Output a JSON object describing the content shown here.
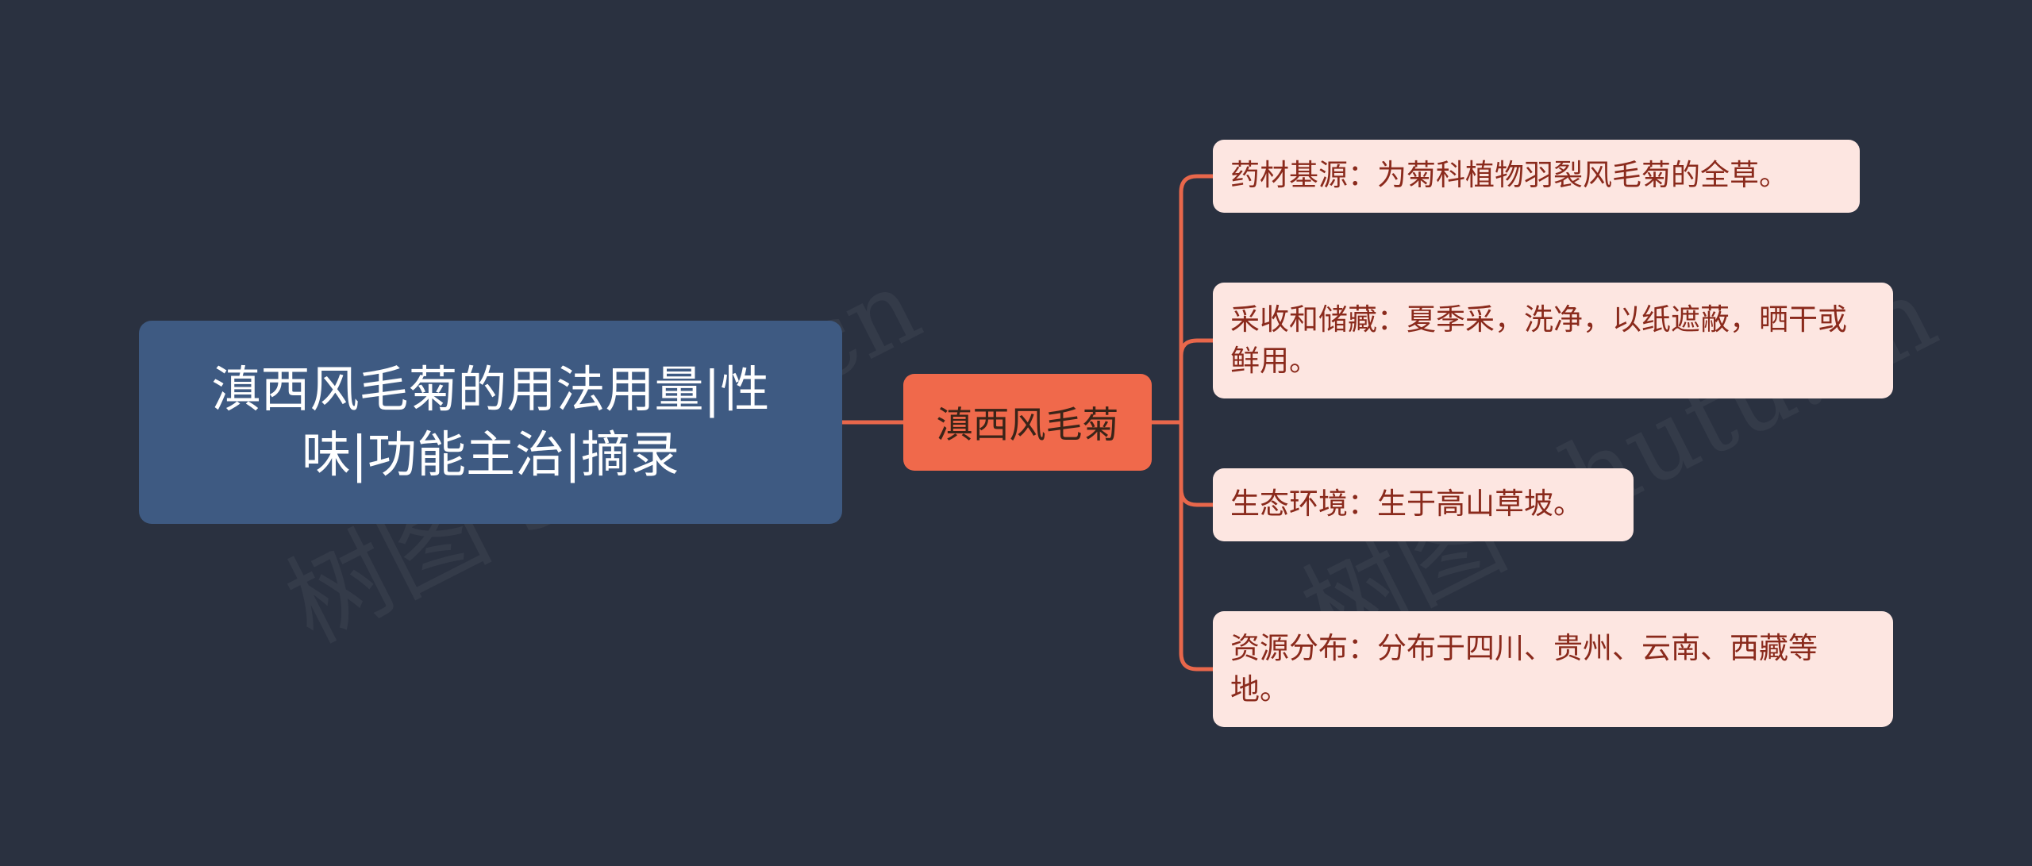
{
  "colors": {
    "background": "#2a3140",
    "root_fill": "#3e5a82",
    "center_fill": "#f0694b",
    "leaf_fill": "#fde6e1",
    "connector": "#e8674b",
    "leaf_text": "#8a2a1c"
  },
  "root": {
    "line1": "滇西风毛菊的用法用量|性",
    "line2": "味|功能主治|摘录"
  },
  "center": {
    "label": "滇西风毛菊"
  },
  "leaves": [
    {
      "text": "药材基源：为菊科植物羽裂风毛菊的全草。"
    },
    {
      "text": "采收和储藏：夏季采，洗净，以纸遮蔽，晒干或鲜用。"
    },
    {
      "text": "生态环境：生于高山草坡。"
    },
    {
      "text": "资源分布：分布于四川、贵州、云南、西藏等地。"
    }
  ],
  "watermark": {
    "text": "树图 shutu.cn"
  }
}
